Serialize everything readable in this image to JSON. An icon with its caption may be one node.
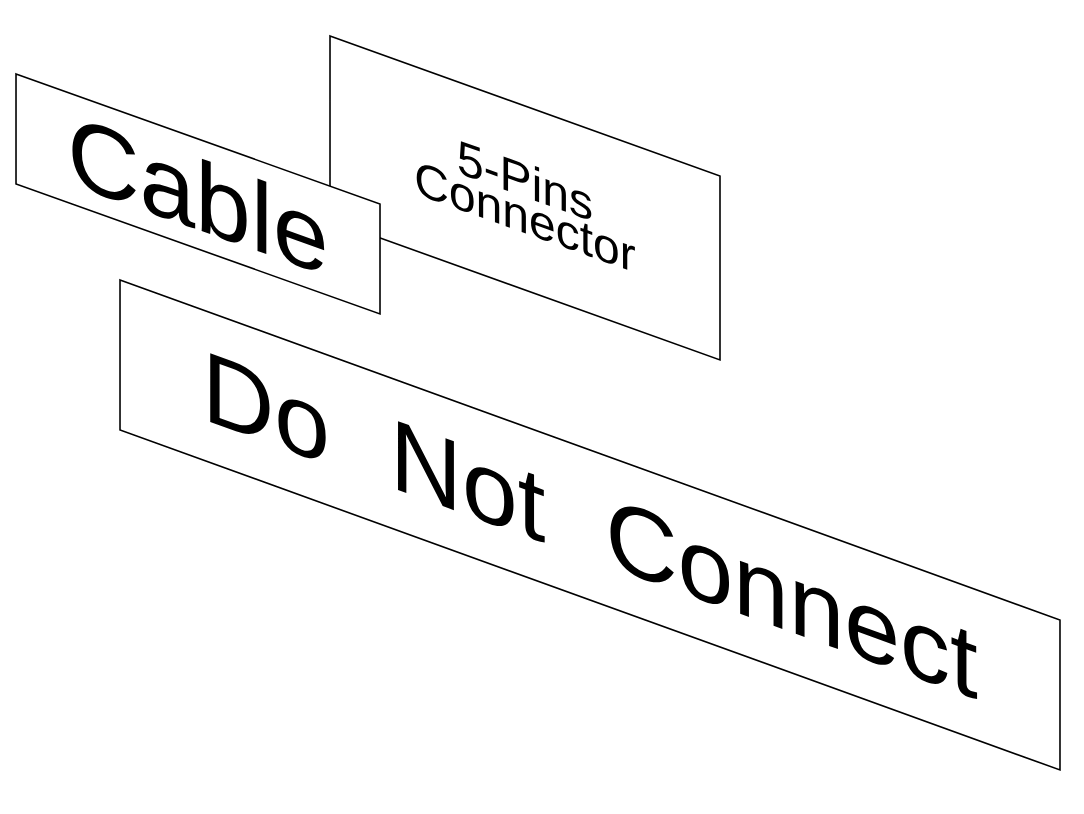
{
  "diagram": {
    "nodes": [
      {
        "text": [
          "Cable"
        ]
      },
      {
        "text": [
          "5-Pins Connector"
        ]
      },
      {
        "text": [
          "Do Not Connect"
        ]
      }
    ]
  }
}
